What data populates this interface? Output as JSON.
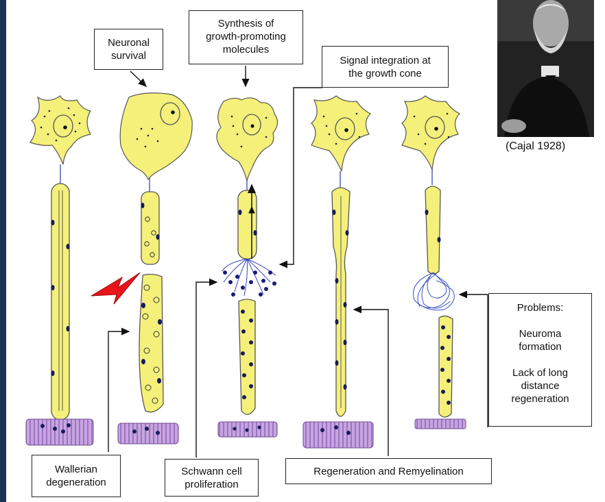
{
  "labels": {
    "neuronal_survival": "Neuronal\nsurvival",
    "synthesis": "Synthesis of\ngrowth-promoting\nmolecules",
    "signal_integration": "Signal integration at\nthe growth cone",
    "wallerian": "Wallerian\ndegeneration",
    "schwann": "Schwann cell\nproliferation",
    "regeneration": "Regeneration and Remyelination",
    "problems": "Problems:\n\nNeuroma\nformation\n\nLack of long\ndistance\nregeneration"
  },
  "portrait_caption": "(Cajal 1928)",
  "colors": {
    "neuron_yellow": "#f5f07a",
    "outline": "#444444",
    "nuclei": "#1a1a5a",
    "muscle": "#b88fd6",
    "lightning": "#e8141b",
    "stripe": "#1b3352"
  }
}
